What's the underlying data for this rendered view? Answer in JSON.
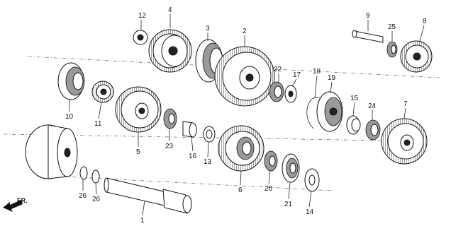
{
  "diagram": {
    "part_numbers": [
      "1",
      "2",
      "3",
      "4",
      "5",
      "6",
      "7",
      "8",
      "9",
      "10",
      "11",
      "12",
      "13",
      "14",
      "15",
      "16",
      "17",
      "18",
      "19",
      "20",
      "21",
      "22",
      "23",
      "24",
      "25",
      "26",
      "26"
    ],
    "direction_label": "FR."
  }
}
